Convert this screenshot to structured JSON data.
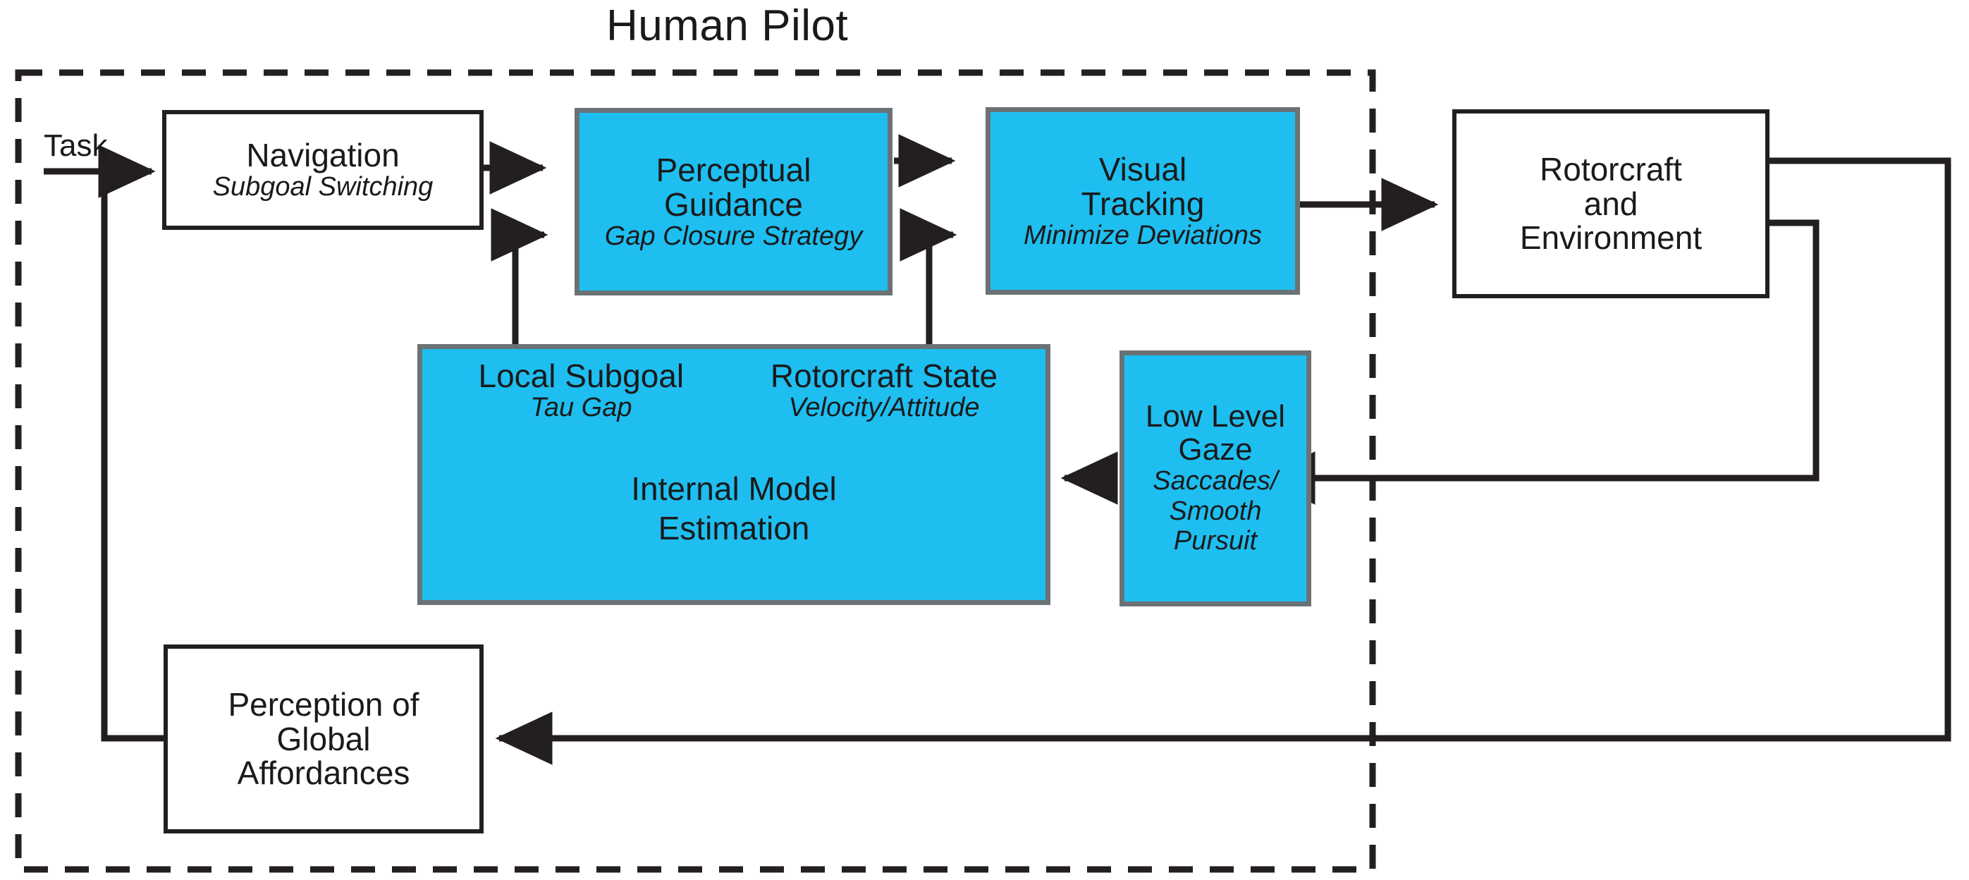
{
  "diagram": {
    "title": "Human Pilot",
    "boundary_label": "Human Pilot",
    "colors": {
      "accent_cyan": "#1EBEF0",
      "cyan_border_gray": "#6b7275",
      "line_black": "#231f20",
      "background": "#ffffff"
    },
    "input_label": "Task"
  },
  "nodes": {
    "navigation": {
      "title": "Navigation",
      "subtitle": "Subgoal Switching",
      "fill": "white"
    },
    "perceptual_guidance": {
      "title": "Perceptual\nGuidance",
      "subtitle": "Gap Closure Strategy",
      "fill": "cyan"
    },
    "visual_tracking": {
      "title": "Visual\nTracking",
      "subtitle": "Minimize Deviations",
      "fill": "cyan"
    },
    "rotorcraft_environment": {
      "title": "Rotorcraft\nand\nEnvironment",
      "subtitle": "",
      "fill": "white"
    },
    "internal_model": {
      "left_title": "Local Subgoal",
      "left_subtitle": "Tau Gap",
      "right_title": "Rotorcraft State",
      "right_subtitle": "Velocity/Attitude",
      "center_title": "Internal Model\nEstimation",
      "fill": "cyan"
    },
    "low_level_gaze": {
      "title": "Low Level\nGaze",
      "subtitle": "Saccades/\nSmooth\nPursuit",
      "fill": "cyan"
    },
    "perception_global_affordances": {
      "title": "Perception of\nGlobal\nAffordances",
      "subtitle": "",
      "fill": "white"
    }
  },
  "connections": [
    {
      "from": "task-input",
      "to": "navigation",
      "style": "arrow"
    },
    {
      "from": "navigation",
      "to": "perceptual_guidance",
      "style": "arrow"
    },
    {
      "from": "perceptual_guidance",
      "to": "visual_tracking",
      "style": "arrow"
    },
    {
      "from": "visual_tracking",
      "to": "rotorcraft_environment",
      "style": "arrow"
    },
    {
      "from": "internal_model",
      "to": "perceptual_guidance",
      "style": "arrow"
    },
    {
      "from": "internal_model",
      "to": "visual_tracking",
      "style": "arrow"
    },
    {
      "from": "low_level_gaze",
      "to": "internal_model",
      "style": "arrow"
    },
    {
      "from": "rotorcraft_environment",
      "to": "low_level_gaze",
      "style": "arrow"
    },
    {
      "from": "rotorcraft_environment",
      "to": "perception_global_affordances",
      "style": "arrow"
    },
    {
      "from": "perception_global_affordances",
      "to": "navigation",
      "style": "arrow"
    }
  ]
}
